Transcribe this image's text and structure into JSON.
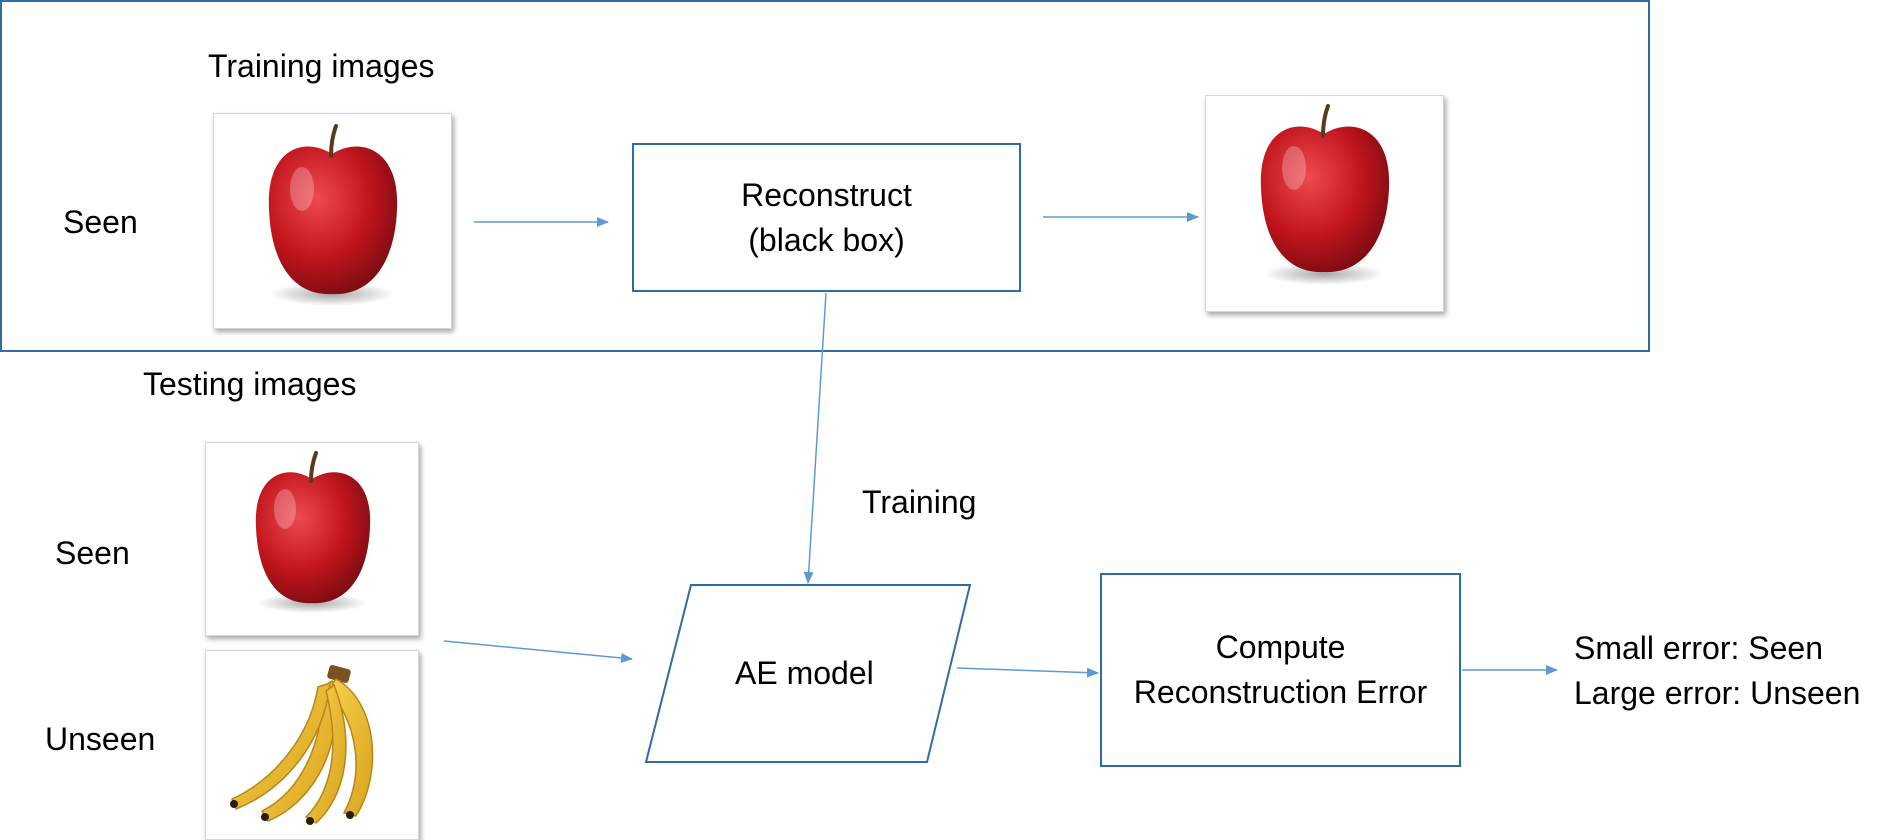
{
  "labels": {
    "training_images": "Training images",
    "testing_images": "Testing images",
    "seen_top": "Seen",
    "seen_bottom": "Seen",
    "unseen": "Unseen",
    "training": "Training"
  },
  "boxes": {
    "reconstruct_line1": "Reconstruct",
    "reconstruct_line2": "(black box)",
    "ae_model": "AE model",
    "compute_line1": "Compute",
    "compute_line2": "Reconstruction Error"
  },
  "result": {
    "line1": "Small error: Seen",
    "line2": "Large error: Unseen"
  },
  "colors": {
    "box_border": "#2e6da4",
    "arrow": "#5b9bd5",
    "apple": "#c0141c",
    "banana": "#f2c12e"
  },
  "icons": {
    "apple": "apple-image",
    "banana": "banana-image"
  }
}
